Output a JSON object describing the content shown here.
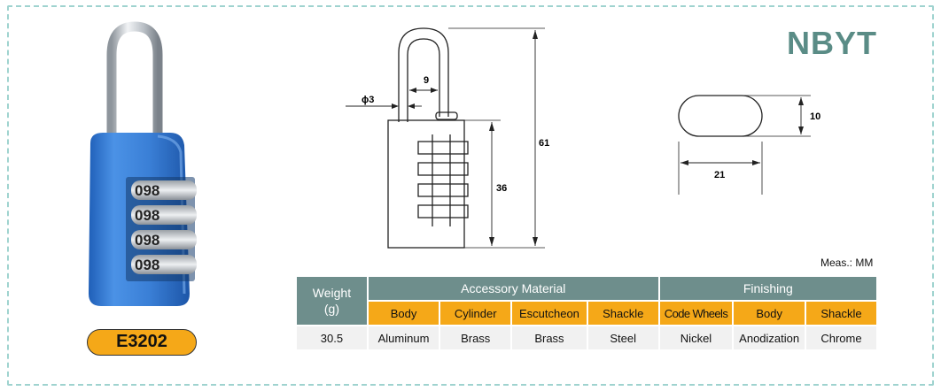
{
  "brand": "NBYT",
  "model": "E3202",
  "lock": {
    "body_color": "#3d7fd0",
    "shackle_color": "#c8ccd0",
    "wheel_digits": [
      "098",
      "098",
      "098",
      "098"
    ]
  },
  "drawing": {
    "shackle_width": "9",
    "shackle_diameter": "ϕ3",
    "total_height": "61",
    "body_height": "36",
    "section_width": "21",
    "section_height": "10"
  },
  "units_note": "Meas.: MM",
  "table": {
    "weight_header_line1": "Weight",
    "weight_header_line2": "(g)",
    "group_accessory": "Accessory Material",
    "group_finishing": "Finishing",
    "sub_headers": [
      "Body",
      "Cylinder",
      "Escutcheon",
      "Shackle",
      "Code Wheels",
      "Body",
      "Shackle"
    ],
    "values": [
      "30.5",
      "Aluminum",
      "Brass",
      "Brass",
      "Steel",
      "Nickel",
      "Anodization",
      "Chrome"
    ]
  },
  "colors": {
    "header_grey": "#6e8e8c",
    "header_orange": "#f5a818",
    "brand": "#5a8c86",
    "frame": "#9fd3cf"
  }
}
